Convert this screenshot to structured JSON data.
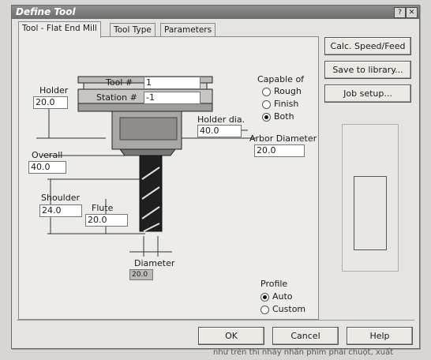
{
  "window": {
    "title": "Define Tool"
  },
  "tabs": [
    {
      "label": "Tool - Flat End Mill"
    },
    {
      "label": "Tool Type"
    },
    {
      "label": "Parameters"
    }
  ],
  "fields": {
    "tool_num": {
      "label": "Tool #",
      "value": "1"
    },
    "station_num": {
      "label": "Station #",
      "value": "-1"
    },
    "holder": {
      "label": "Holder",
      "value": "20.0"
    },
    "holder_dia": {
      "label": "Holder dia.",
      "value": "40.0"
    },
    "arbor_diameter": {
      "label": "Arbor Diameter",
      "value": "20.0"
    },
    "overall": {
      "label": "Overall",
      "value": "40.0"
    },
    "shoulder": {
      "label": "Shoulder",
      "value": "24.0"
    },
    "flute": {
      "label": "Flute",
      "value": "20.0"
    },
    "diameter": {
      "label": "Diameter",
      "value": "20.0"
    }
  },
  "capable_of": {
    "label": "Capable of",
    "options": [
      "Rough",
      "Finish",
      "Both"
    ],
    "selected": "Both"
  },
  "profile": {
    "label": "Profile",
    "options": [
      "Auto",
      "Custom"
    ],
    "selected": "Auto"
  },
  "side_buttons": {
    "calc": "Calc. Speed/Feed",
    "save": "Save to library...",
    "job": "Job setup..."
  },
  "footer": {
    "ok": "OK",
    "cancel": "Cancel",
    "help": "Help"
  },
  "page_text": "như trên thì nháy nhấn phím phải chuột, xuất"
}
